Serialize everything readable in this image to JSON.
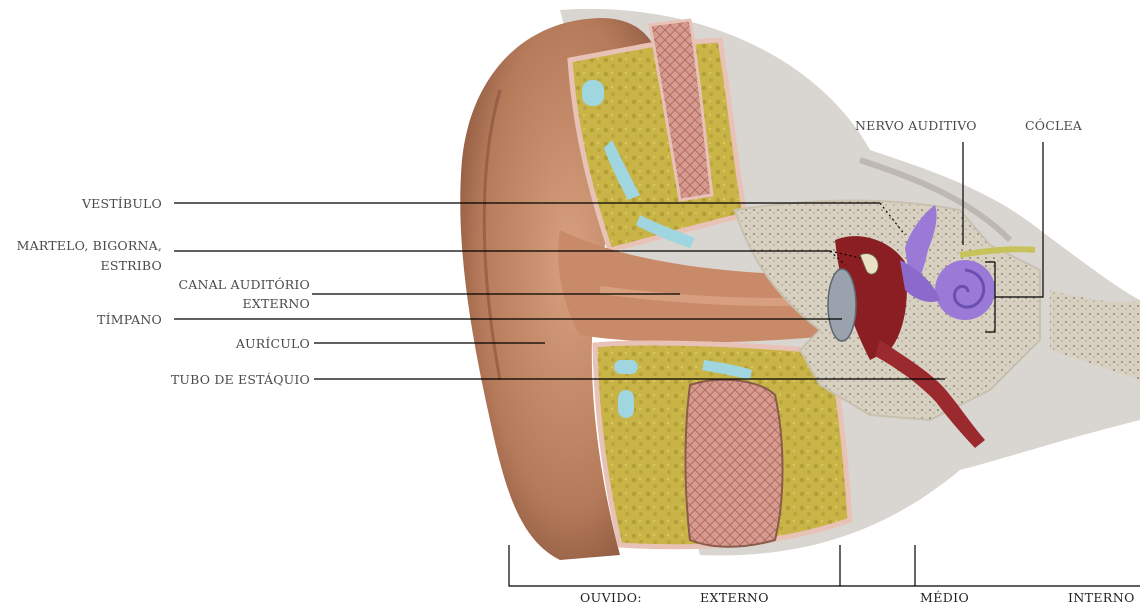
{
  "labels": {
    "vestibulo": "VESTÍBULO",
    "ossicles_line1": "MARTELO, BIGORNA,",
    "ossicles_line2": "ESTRIBO",
    "canal_line1": "CANAL AUDITÓRIO",
    "canal_line2": "EXTERNO",
    "timpano": "TÍMPANO",
    "auriculo": "AURÍCULO",
    "tubo": "TUBO DE ESTÁQUIO",
    "nervo": "NERVO AUDITIVO",
    "coclea": "CÓCLEA"
  },
  "regions": {
    "ouvido": "OUVIDO:",
    "externo": "EXTERNO",
    "medio": "MÉDIO",
    "interno": "INTERNO"
  },
  "colors": {
    "skin": "#b57a5a",
    "skin_dark": "#7a4a33",
    "tissue": "#c9b447",
    "tissue_light": "#d8c95a",
    "bone": "#cfc8b8",
    "cartilage": "#9fd6df",
    "muscle": "#c86a6a",
    "cochlea": "#9a7ad6",
    "eardrum": "#9aa3ad",
    "middle_ear": "#8a1e22",
    "leader": "#000000"
  }
}
